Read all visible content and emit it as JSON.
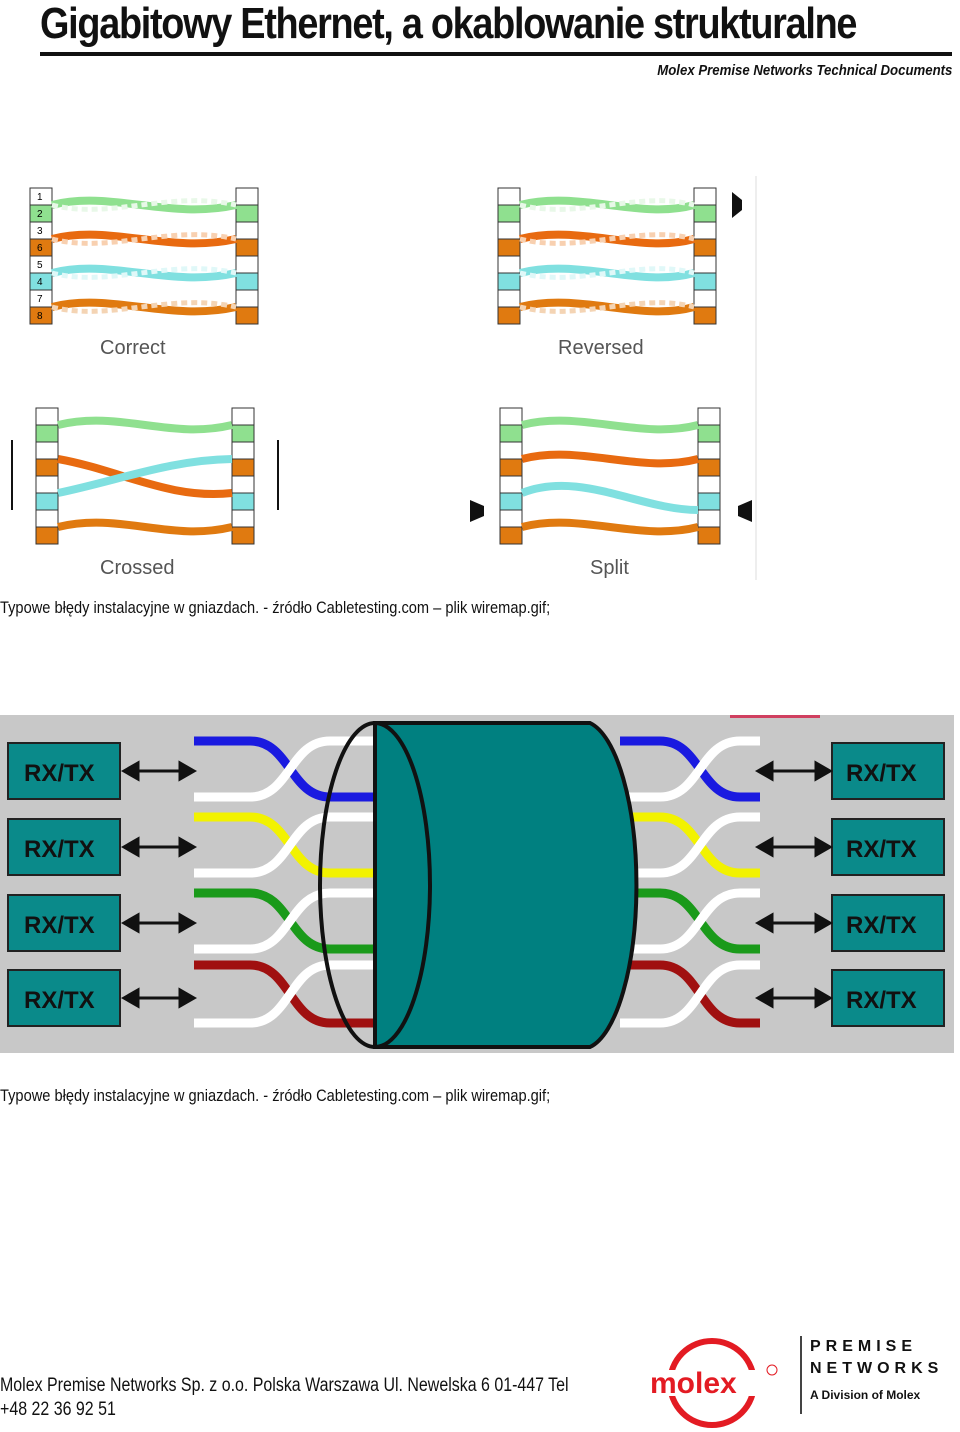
{
  "header": {
    "title": "Gigabitowy Ethernet, a okablowanie strukturalne",
    "subtitle": "Molex Premise Networks Technical Documents"
  },
  "wiremap_figure": {
    "panels": [
      {
        "label": "Correct"
      },
      {
        "label": "Reversed"
      },
      {
        "label": "Crossed"
      },
      {
        "label": "Split"
      }
    ],
    "pins": [
      "1",
      "2",
      "3",
      "6",
      "5",
      "4",
      "7",
      "8"
    ],
    "caption": "Typowe błędy instalacyjne w gniazdach. - źródło Cabletesting.com – plik wiremap.gif;"
  },
  "pairs_figure": {
    "port_label": "RX/TX",
    "colors": {
      "pair1": "#1a1ae0",
      "pair2": "#f2f200",
      "pair3": "#1a9a1a",
      "pair4": "#a01010",
      "cable": "#008080",
      "background": "#c8c8c8"
    },
    "caption": "Typowe błędy instalacyjne w gniazdach. - źródło Cabletesting.com – plik wiremap.gif;"
  },
  "footer": {
    "address": "Molex Premise Networks Sp. z o.o.   Polska   Warszawa Ul. Newelska 6  01-447   Tel +48 22 36 92 51",
    "logo_text": "molex",
    "brand_line1": "PREMISE",
    "brand_line2": "NETWORKS",
    "brand_line3": "A Division of Molex",
    "brand_color": "#e31b23"
  }
}
